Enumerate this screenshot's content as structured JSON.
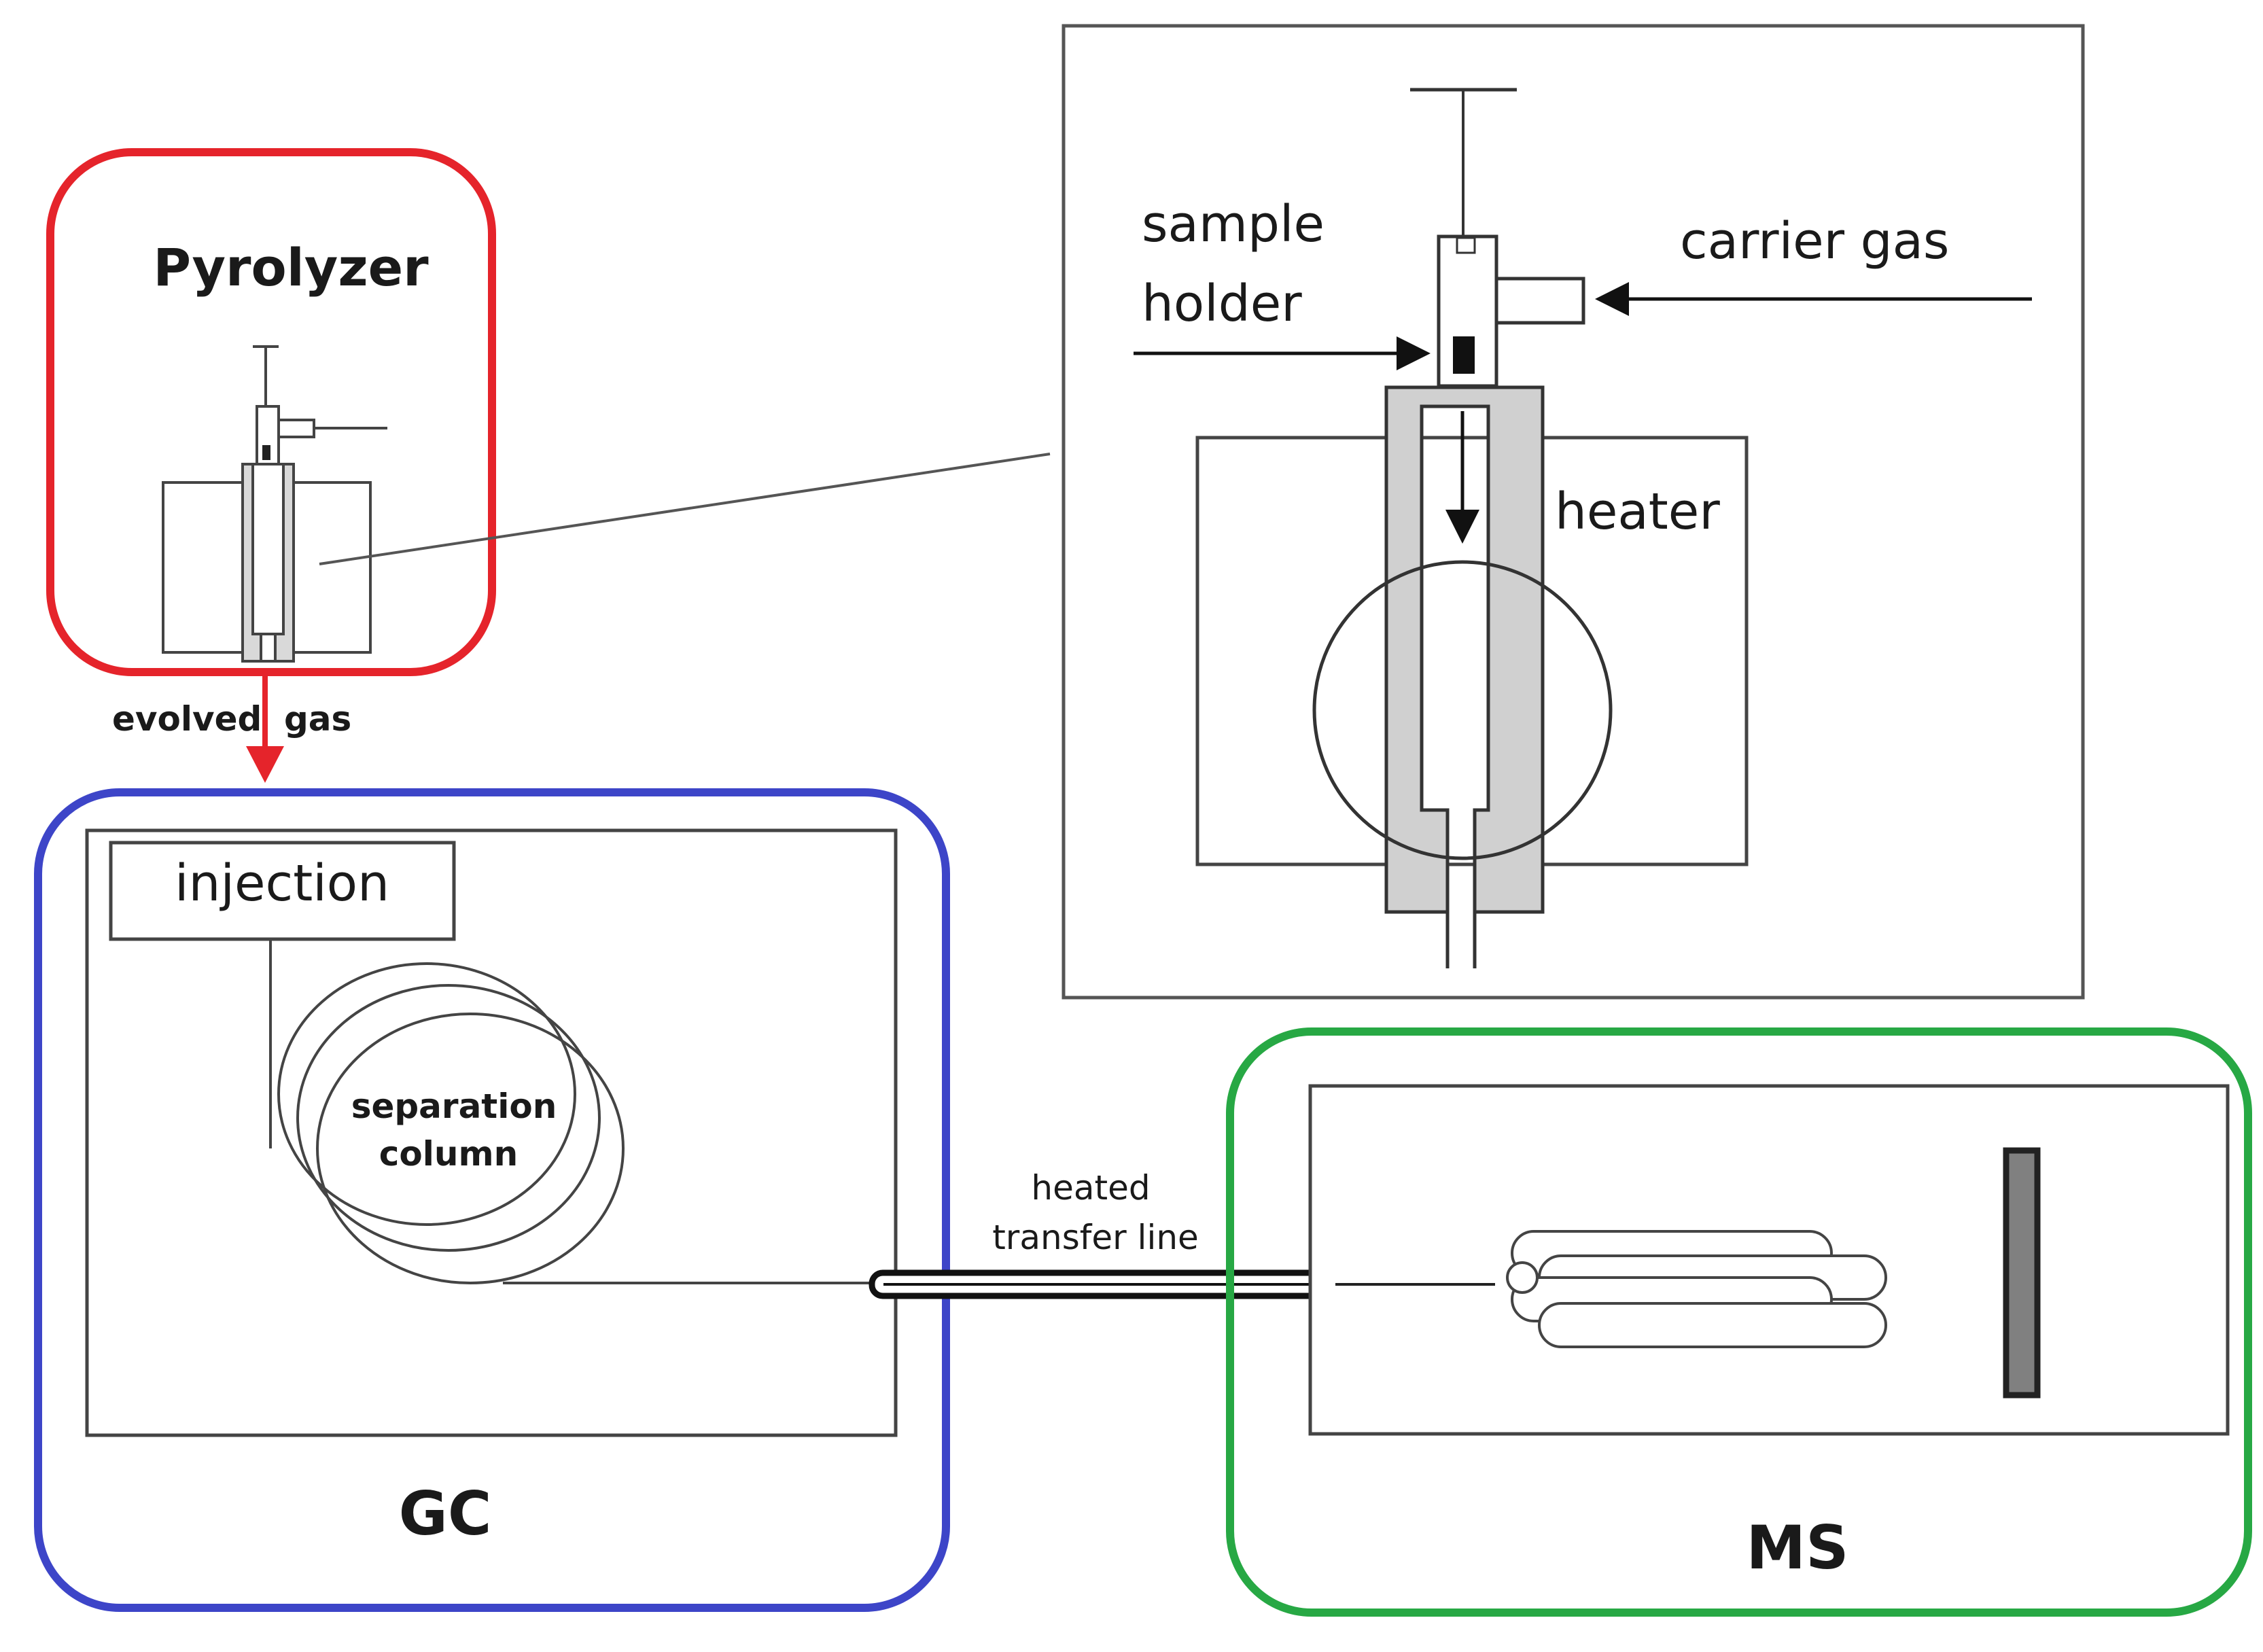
{
  "colors": {
    "pyrolyzer": "#e5242b",
    "gc": "#3d45c8",
    "ms": "#27a844",
    "line": "#333333",
    "wall": "#d0d0d0",
    "detector": "#808080"
  },
  "pyrolyzer": {
    "title": "Pyrolyzer",
    "flow_label_1": "evolved",
    "flow_label_2": "gas"
  },
  "detail": {
    "sample_holder_1": "sample",
    "sample_holder_2": "holder",
    "carrier_gas": "carrier gas",
    "heater": "heater"
  },
  "gc": {
    "title": "GC",
    "injection": "injection",
    "column_1": "separation",
    "column_2": "column"
  },
  "transfer": {
    "label_1": "heated",
    "label_2": "transfer line"
  },
  "ms": {
    "title": "MS"
  }
}
